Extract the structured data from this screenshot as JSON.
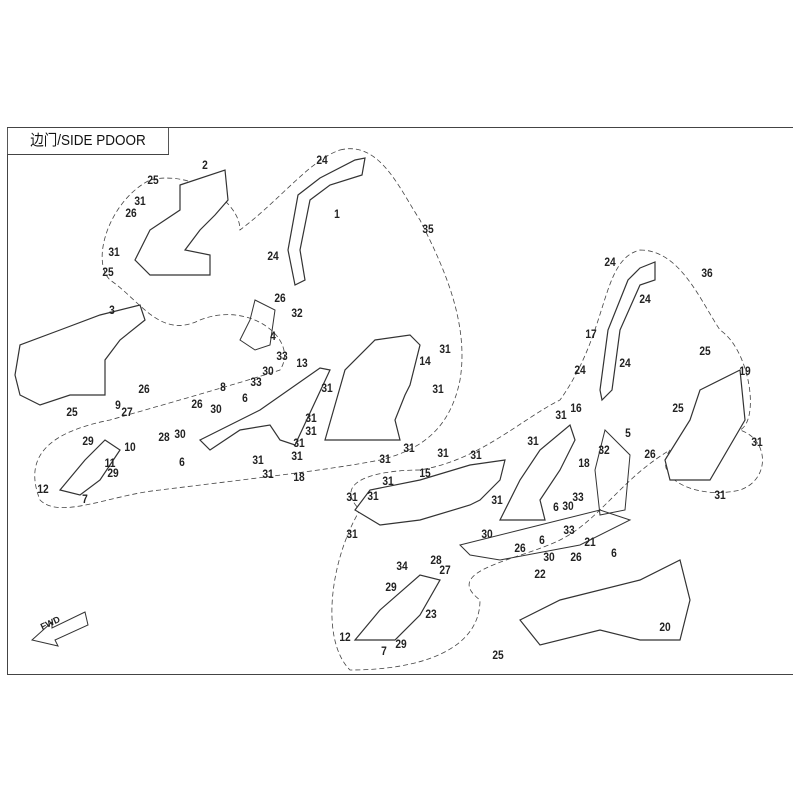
{
  "title": "边门/SIDE PDOOR",
  "fwd_label": "FWD",
  "callouts": [
    "2",
    "25",
    "31",
    "26",
    "1",
    "24",
    "24",
    "31",
    "25",
    "3",
    "26",
    "32",
    "4",
    "33",
    "30",
    "33",
    "13",
    "31",
    "8",
    "6",
    "26",
    "26",
    "30",
    "25",
    "9",
    "27",
    "10",
    "28",
    "30",
    "29",
    "11",
    "29",
    "6",
    "12",
    "7",
    "31",
    "31",
    "31",
    "31",
    "31",
    "31",
    "18",
    "14",
    "31",
    "31",
    "31",
    "35",
    "24",
    "24",
    "36",
    "17",
    "24",
    "24",
    "25",
    "19",
    "25",
    "31",
    "31",
    "16",
    "31",
    "5",
    "32",
    "26",
    "18",
    "31",
    "31",
    "15",
    "31",
    "31",
    "31",
    "31",
    "31",
    "31",
    "31",
    "33",
    "30",
    "6",
    "33",
    "30",
    "26",
    "6",
    "21",
    "6",
    "30",
    "26",
    "22",
    "34",
    "28",
    "27",
    "29",
    "23",
    "12",
    "7",
    "29",
    "25",
    "20"
  ],
  "colors": {
    "line": "#333333",
    "fill": "#ffffff",
    "shade": "#cfcfcf"
  }
}
